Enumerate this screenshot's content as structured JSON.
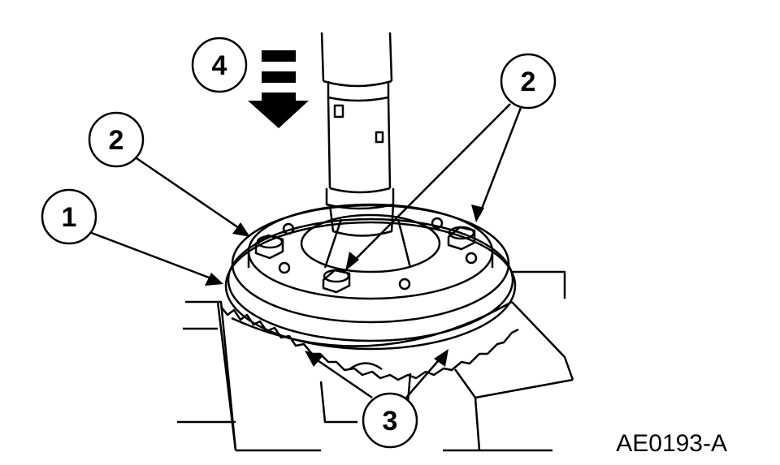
{
  "callouts": {
    "c1": "1",
    "c2a": "2",
    "c2b": "2",
    "c3": "3",
    "c4": "4"
  },
  "figure_id": "AE0193-A",
  "colors": {
    "ink": "#000000",
    "paper": "#ffffff"
  }
}
